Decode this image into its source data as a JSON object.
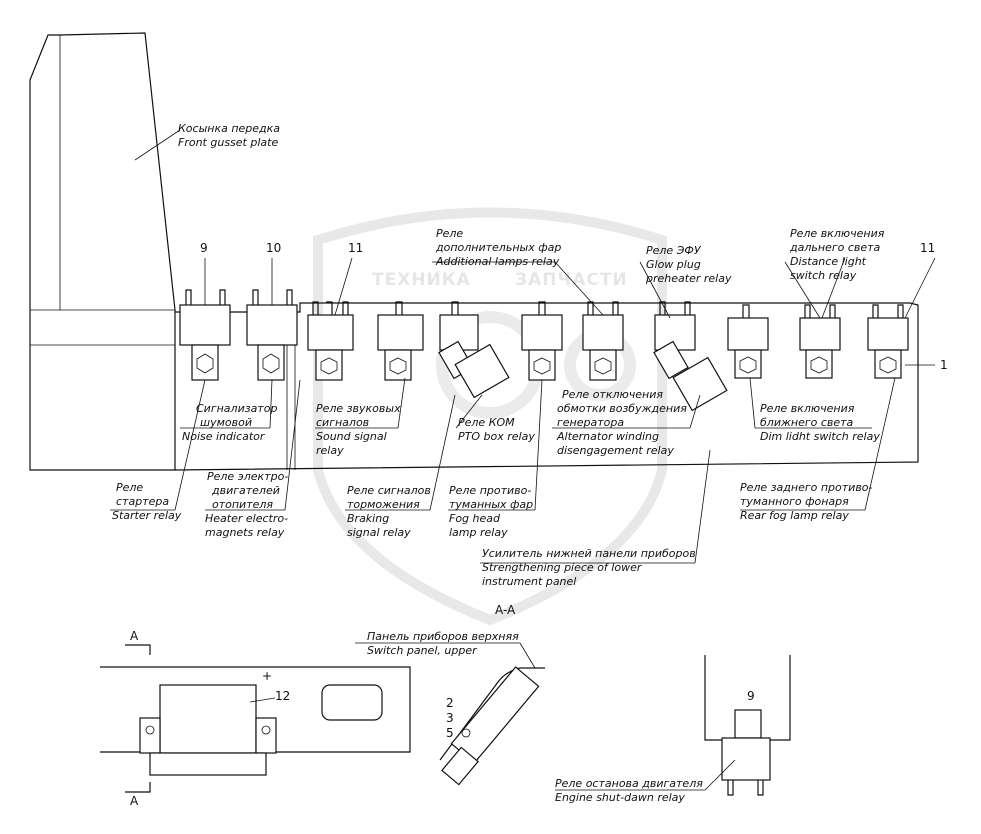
{
  "watermark": {
    "left": "ТЕХНИКА",
    "right": "ЗАПЧАСТИ"
  },
  "numbers": {
    "n9_top": "9",
    "n10_top": "10",
    "n11_left": "11",
    "n11_right": "11",
    "n1": "1",
    "n12": "12",
    "n2": "2",
    "n3": "3",
    "n5": "5",
    "n9_bottom": "9"
  },
  "section": {
    "aa": "A-A",
    "a_top": "A",
    "a_bottom": "A"
  },
  "labels": {
    "front_gusset": [
      "Косынка передка",
      "Front gusset plate"
    ],
    "additional_lamps": [
      "Реле",
      "дополнительных фар",
      "Additional lamps relay"
    ],
    "glow_plug": [
      "Реле ЭФУ",
      "Glow plug",
      "preheater relay"
    ],
    "distance_light": [
      "Реле включения",
      "дальнего света",
      "Distance light",
      "switch relay"
    ],
    "noise_indicator": [
      "Сигнализатор",
      "шумовой",
      "Noise indicator"
    ],
    "sound_signal": [
      "Реле звуковых",
      "сигналов",
      "Sound signal",
      "relay"
    ],
    "pto_box": [
      "Реле КОМ",
      "PTO box relay"
    ],
    "alternator": [
      "Реле отключения",
      "обмотки возбуждения",
      "генератора",
      "Alternator winding",
      "disengagement relay"
    ],
    "dim_light": [
      "Реле включения",
      "ближнего света",
      "Dim lidht switch relay"
    ],
    "starter": [
      "Реле",
      "стартера",
      "Starter relay"
    ],
    "heater": [
      "Реле электро-",
      "двигателей",
      "отопителя",
      "Heater electro-",
      "magnets relay"
    ],
    "braking": [
      "Реле сигналов",
      "торможения",
      "Braking",
      "signal relay"
    ],
    "fog_head": [
      "Реле противо-",
      "туманных фар",
      "Fog head",
      "lamp relay"
    ],
    "rear_fog": [
      "Реле заднего противо-",
      "туманного фонаря",
      "Rear fog lamp relay"
    ],
    "strengthening": [
      "Усилитель нижней панели приборов",
      "Strengthening piece of lower",
      "instrument panel"
    ],
    "switch_panel": [
      "Панель приборов верхняя",
      "Switch panel, upper"
    ],
    "engine_shutdown": [
      "Реле останова двигателя",
      "Engine shut-dawn relay"
    ]
  }
}
